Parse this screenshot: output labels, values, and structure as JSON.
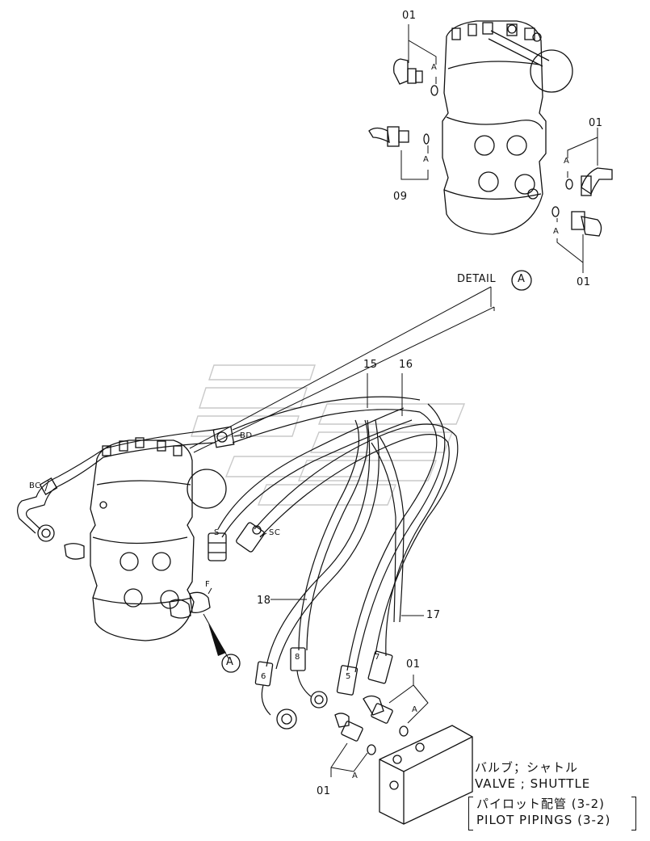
{
  "detail_title": "DETAIL",
  "detail_mark": "A",
  "callout_mark": "A",
  "parts": {
    "p01_top": "01",
    "p01_right_upper": "01",
    "p01_right_lower": "01",
    "p09": "09",
    "p15": "15",
    "p16": "16",
    "p17": "17",
    "p18": "18",
    "p01_lower_right": "01",
    "p01_lower_left": "01"
  },
  "port_labels": {
    "bd": "BD",
    "bc": "BC",
    "s": "S",
    "sc": "SC",
    "f": "F"
  },
  "hose_numbers": {
    "h5": "5",
    "h6": "6",
    "h7": "7",
    "h8": "8"
  },
  "oring_marks": [
    "A",
    "A",
    "A",
    "A",
    "A",
    "A"
  ],
  "caption": {
    "line1": "バルブ；シャトル",
    "line2": "VALVE ; SHUTTLE",
    "line3": "パイロット配管 (3-2)",
    "line4": "PILOT  PIPINGS  (3-2)"
  }
}
